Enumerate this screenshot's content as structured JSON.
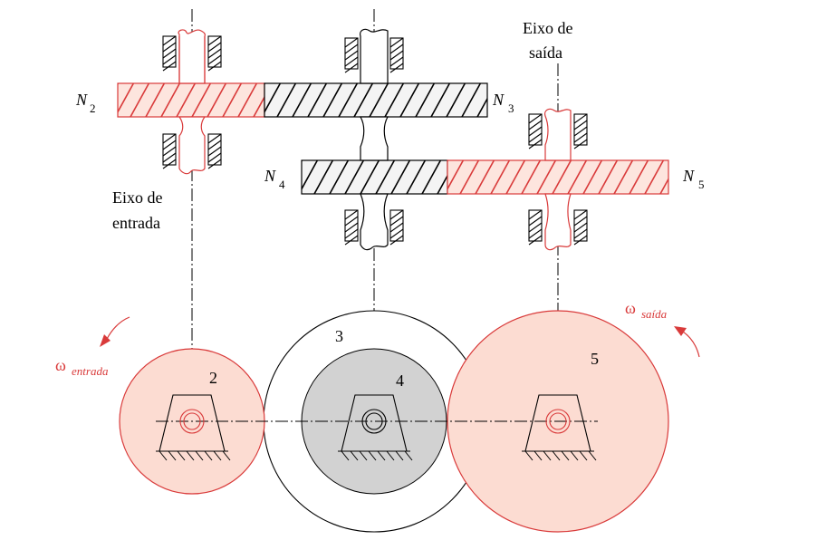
{
  "colors": {
    "red": "#d93a3a",
    "red_fill": "#fbd9d1",
    "grey_fill": "#c8c8c8",
    "black": "#000000"
  },
  "labels": {
    "input_shaft": [
      "Eixo de",
      "entrada"
    ],
    "output_shaft": [
      "Eixo de",
      "saída"
    ],
    "n2": {
      "base": "N",
      "sub": "2"
    },
    "n3": {
      "base": "N",
      "sub": "3"
    },
    "n4": {
      "base": "N",
      "sub": "4"
    },
    "n5": {
      "base": "N",
      "sub": "5"
    },
    "w_in": {
      "base": "ω",
      "sub": "entrada"
    },
    "w_out": {
      "base": "ω",
      "sub": "saída"
    },
    "gear2": "2",
    "gear3": "3",
    "gear4": "4",
    "gear5": "5"
  }
}
